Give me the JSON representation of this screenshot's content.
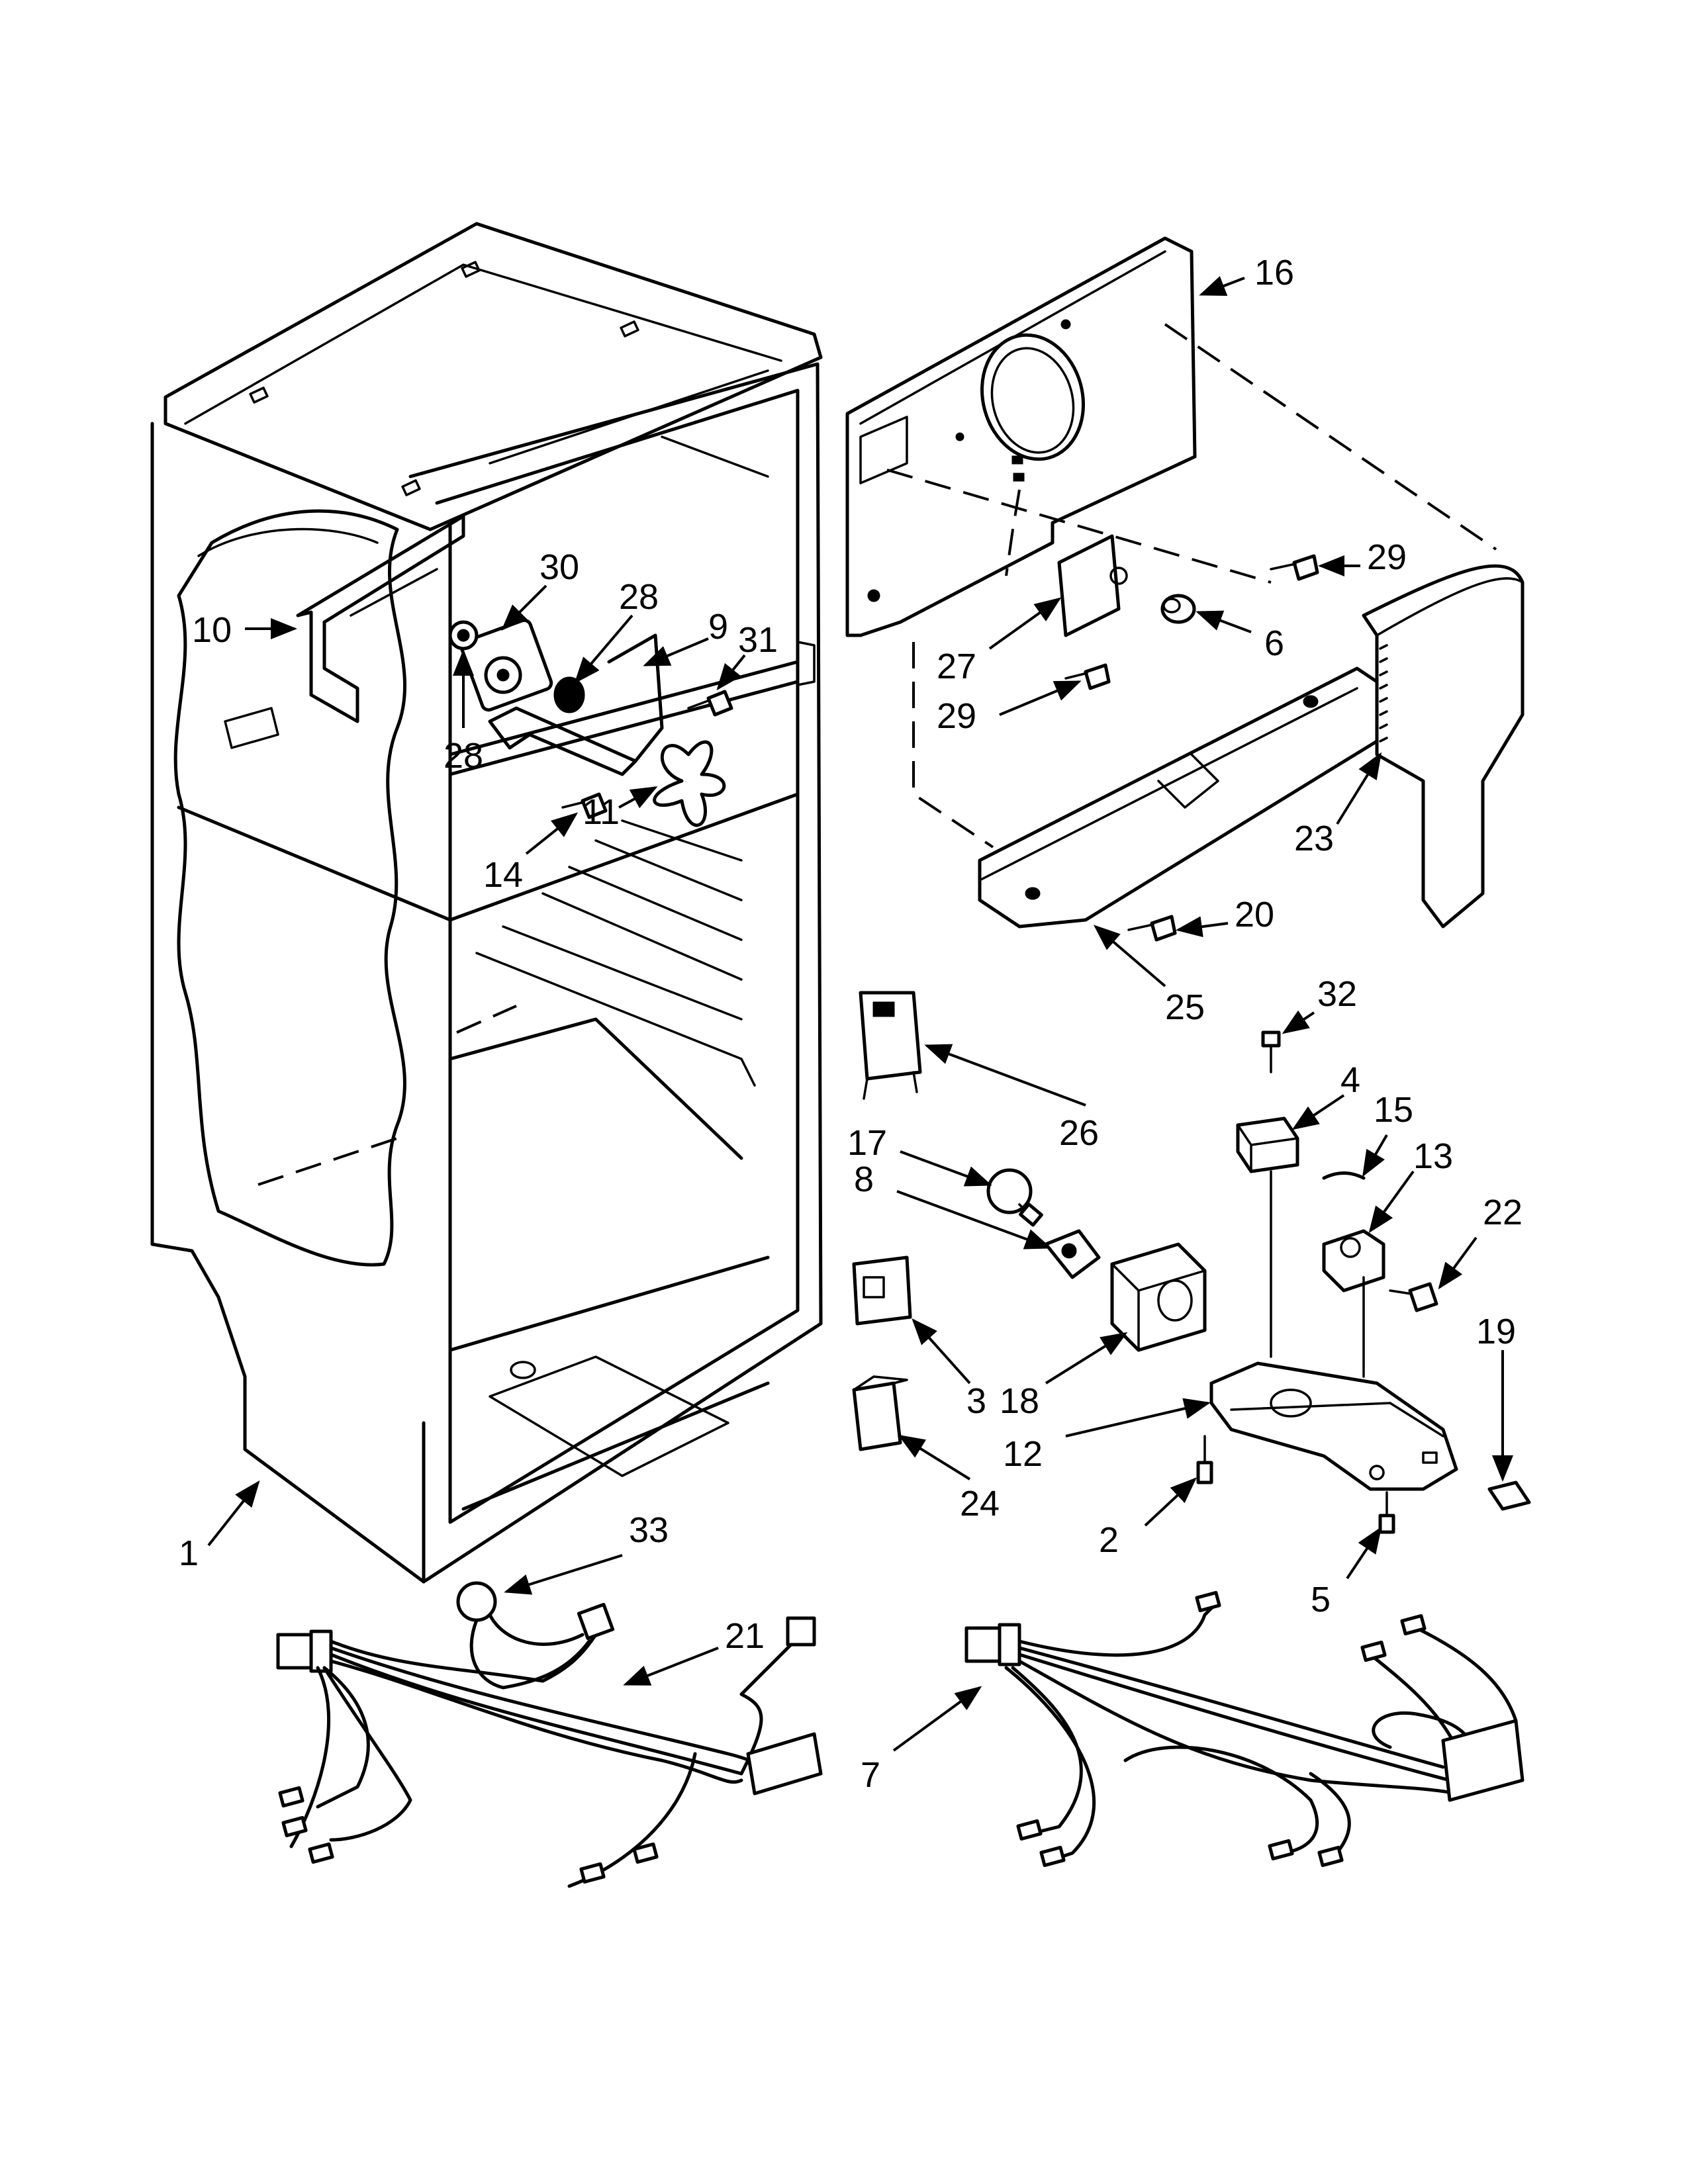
{
  "diagram": {
    "callouts": [
      {
        "id": "c1",
        "label": "1"
      },
      {
        "id": "c2",
        "label": "2"
      },
      {
        "id": "c3",
        "label": "3"
      },
      {
        "id": "c4",
        "label": "4"
      },
      {
        "id": "c5",
        "label": "5"
      },
      {
        "id": "c6",
        "label": "6"
      },
      {
        "id": "c7",
        "label": "7"
      },
      {
        "id": "c8",
        "label": "8"
      },
      {
        "id": "c9",
        "label": "9"
      },
      {
        "id": "c10",
        "label": "10"
      },
      {
        "id": "c11",
        "label": "11"
      },
      {
        "id": "c12",
        "label": "12"
      },
      {
        "id": "c13",
        "label": "13"
      },
      {
        "id": "c14",
        "label": "14"
      },
      {
        "id": "c15",
        "label": "15"
      },
      {
        "id": "c16",
        "label": "16"
      },
      {
        "id": "c17",
        "label": "17"
      },
      {
        "id": "c18",
        "label": "18"
      },
      {
        "id": "c19",
        "label": "19"
      },
      {
        "id": "c20",
        "label": "20"
      },
      {
        "id": "c21",
        "label": "21"
      },
      {
        "id": "c22",
        "label": "22"
      },
      {
        "id": "c23",
        "label": "23"
      },
      {
        "id": "c24",
        "label": "24"
      },
      {
        "id": "c25",
        "label": "25"
      },
      {
        "id": "c26",
        "label": "26"
      },
      {
        "id": "c27",
        "label": "27"
      },
      {
        "id": "c28a",
        "label": "28"
      },
      {
        "id": "c28b",
        "label": "28"
      },
      {
        "id": "c29a",
        "label": "29"
      },
      {
        "id": "c29b",
        "label": "29"
      },
      {
        "id": "c30",
        "label": "30"
      },
      {
        "id": "c31",
        "label": "31"
      },
      {
        "id": "c32",
        "label": "32"
      },
      {
        "id": "c33",
        "label": "33"
      }
    ]
  }
}
